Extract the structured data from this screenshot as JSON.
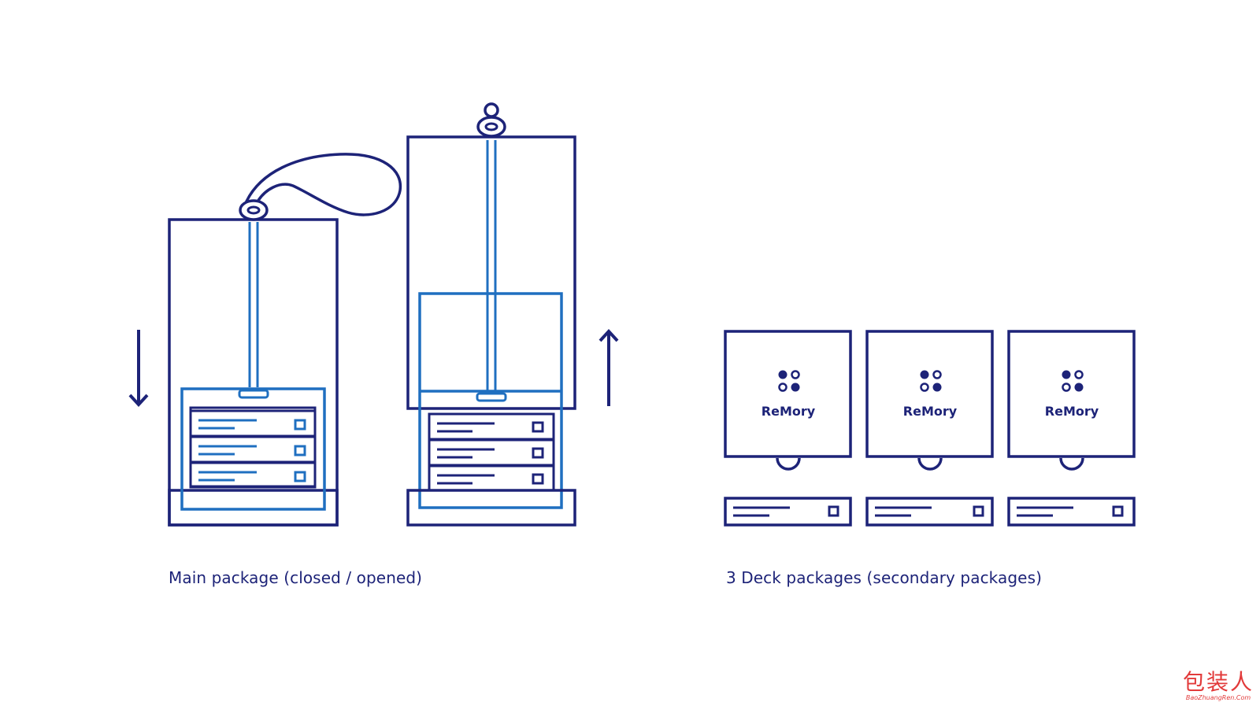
{
  "captions": {
    "main": "Main package (closed / opened)",
    "deck": "3 Deck packages (secondary packages)"
  },
  "deck_packages": [
    {
      "brand": "ReMory"
    },
    {
      "brand": "ReMory"
    },
    {
      "brand": "ReMory"
    }
  ],
  "watermark": {
    "chinese": "包装人",
    "url": "BaoZhuangRen.Com"
  },
  "colors": {
    "dark_navy": "#1d2378",
    "blue": "#1f6fc0",
    "watermark_red": "#e23a3a",
    "background": "#ffffff"
  },
  "icons": {
    "down_arrow": "arrow-down-icon",
    "up_arrow": "arrow-up-icon",
    "logo": "four-dots-logo-icon"
  }
}
